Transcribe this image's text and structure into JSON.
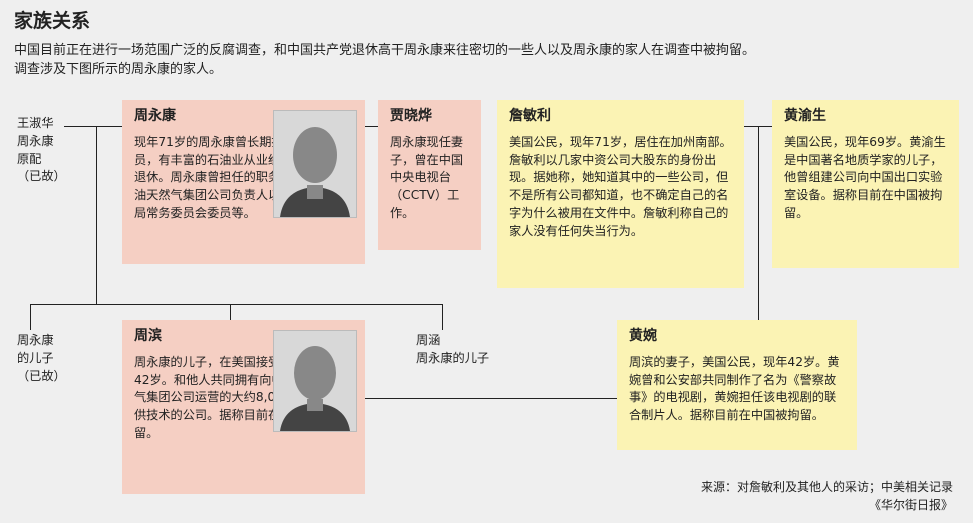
{
  "header": {
    "title": "家族关系",
    "subtitle_line1": "中国目前正在进行一场范围广泛的反腐调查，和中国共产党退休高干周永康来往密切的一些人以及周永康的家人在调查中被拘留。",
    "subtitle_line2": "调查涉及下图所示的周永康的家人。"
  },
  "people": {
    "wang": {
      "lines": [
        "王淑华",
        "周永康",
        "原配",
        "（已故）"
      ]
    },
    "zhou_yongkang": {
      "name": "周永康",
      "desc": "现年71岁的周永康曾长期担任中共官员，有丰富的石油业从业经验，目前已退休。周永康曾担任的职务包括中国石油天然气集团公司负责人以及中央政治局常务委员会委员等。"
    },
    "jia": {
      "name": "贾晓烨",
      "desc": "周永康现任妻子，曾在中国中央电视台（CCTV）工作。"
    },
    "zhan": {
      "name": "詹敏利",
      "desc": "美国公民，现年71岁，居住在加州南部。詹敏利以几家中资公司大股东的身份出现。据她称，她知道其中的一些公司，但不是所有公司都知道，也不确定自己的名字为什么被用在文件中。詹敏利称自己的家人没有任何失当行为。"
    },
    "huang_yusheng": {
      "name": "黄渝生",
      "desc": "美国公民，现年69岁。黄渝生是中国著名地质学家的儿子，他曾组建公司向中国出口实验室设备。据称目前在中国被拘留。"
    },
    "son_deceased": {
      "lines": [
        "周永康",
        "的儿子",
        "（已故）"
      ]
    },
    "zhou_bin": {
      "name": "周滨",
      "desc": "周永康的儿子，在美国接受教育，现年42岁。和他人共同拥有向中国石油天然气集团公司运营的大约8,000个加油站提供技术的公司。据称目前在中国被拘留。"
    },
    "zhou_han": {
      "lines": [
        "周涵",
        "周永康的儿子"
      ]
    },
    "huang_wan": {
      "name": "黄婉",
      "desc": "周滨的妻子，美国公民，现年42岁。黄婉曾和公安部共同制作了名为《警察故事》的电视剧，黄婉担任该电视剧的联合制片人。据称目前在中国被拘留。"
    }
  },
  "source": {
    "line1": "来源：对詹敏利及其他人的采访；中美相关记录",
    "line2": "《华尔街日报》"
  }
}
